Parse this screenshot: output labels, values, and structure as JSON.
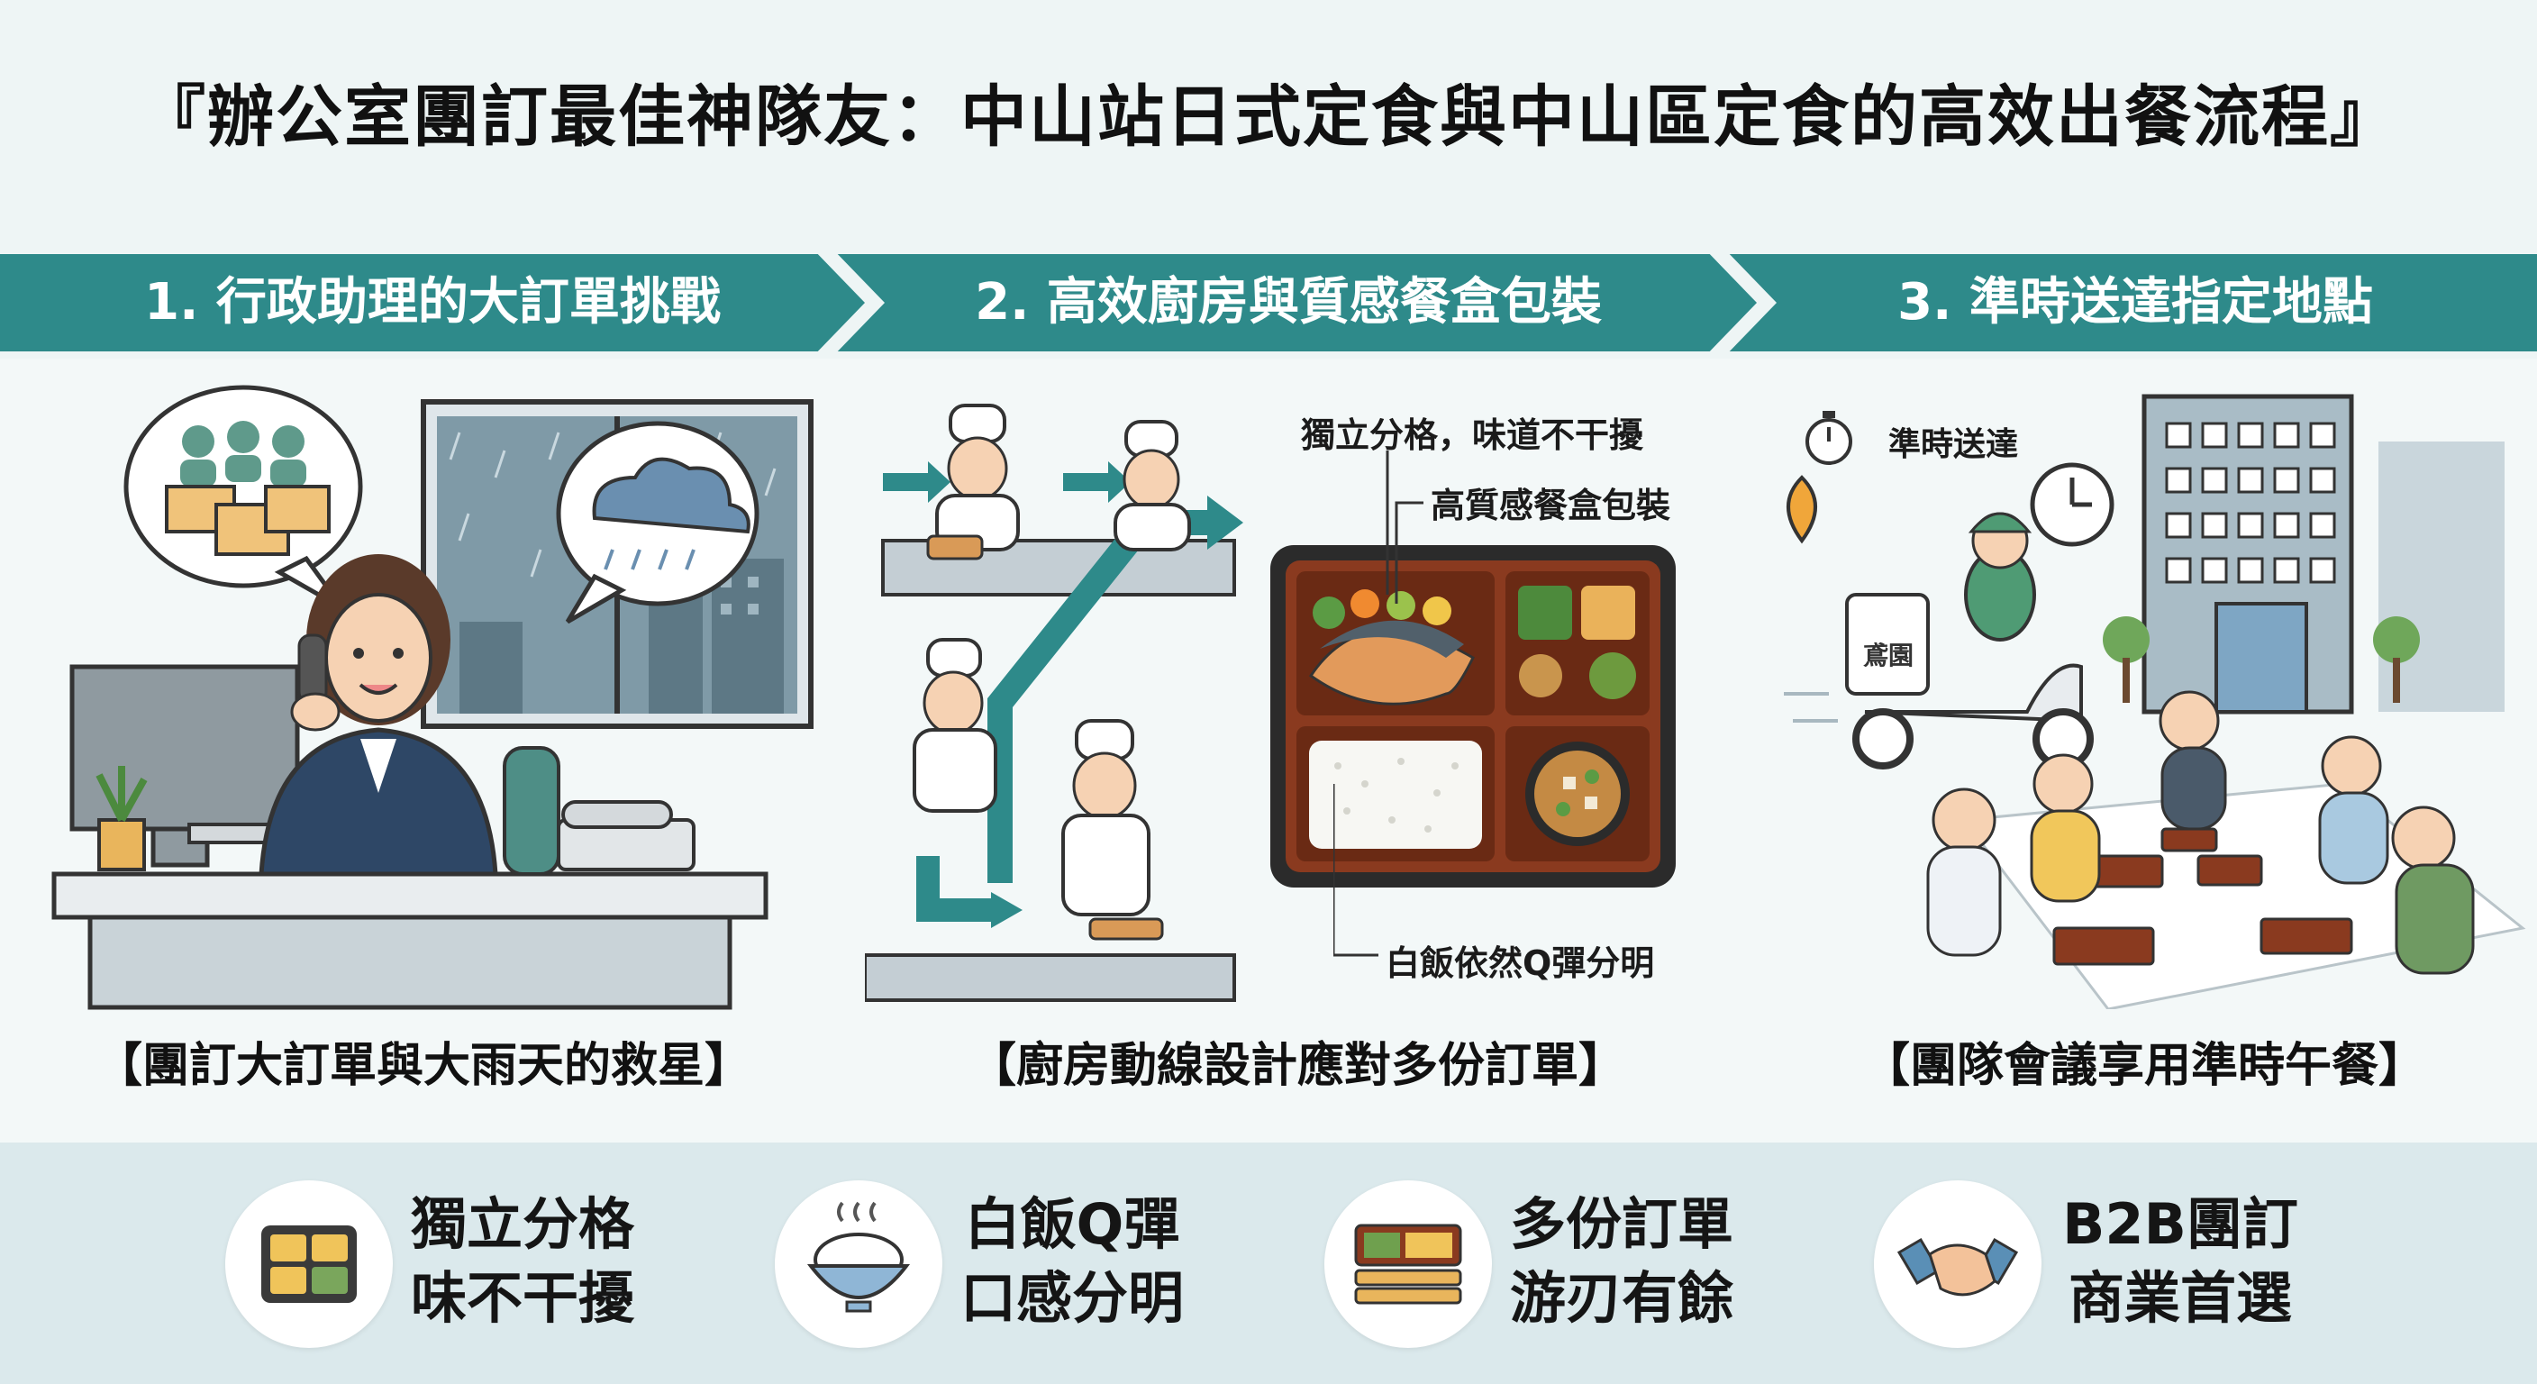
{
  "title": "『辦公室團訂最佳神隊友：中山站日式定食與中山區定食的高效出餐流程』",
  "steps": [
    {
      "label": "1. 行政助理的大訂單挑戰",
      "caption": "【團訂大訂單與大雨天的救星】"
    },
    {
      "label": "2. 高效廚房與質感餐盒包裝",
      "caption": "【廚房動線設計應對多份訂單】"
    },
    {
      "label": "3. 準時送達指定地點",
      "caption": "【團隊會議享用準時午餐】"
    }
  ],
  "callouts": {
    "compartments": "獨立分格，味道不干擾",
    "packaging": "高質感餐盒包裝",
    "rice": "白飯依然Q彈分明",
    "on_time": "準時送達",
    "box_brand": "鳶園"
  },
  "features": [
    {
      "line1": "獨立分格",
      "line2": "味不干擾",
      "icon": "compartment-box-icon"
    },
    {
      "line1": "白飯Q彈",
      "line2": "口感分明",
      "icon": "rice-bowl-icon"
    },
    {
      "line1": "多份訂單",
      "line2": "游刃有餘",
      "icon": "stacked-bento-icon"
    },
    {
      "line1": "B2B團訂",
      "line2": "商業首選",
      "icon": "handshake-icon"
    }
  ],
  "colors": {
    "banner": "#2e8a8a",
    "banner_light": "#e6f1f1",
    "panel": "#f3f8f8",
    "bottom_strip": "#dbe9ec",
    "bento": "#8a3a1f"
  }
}
